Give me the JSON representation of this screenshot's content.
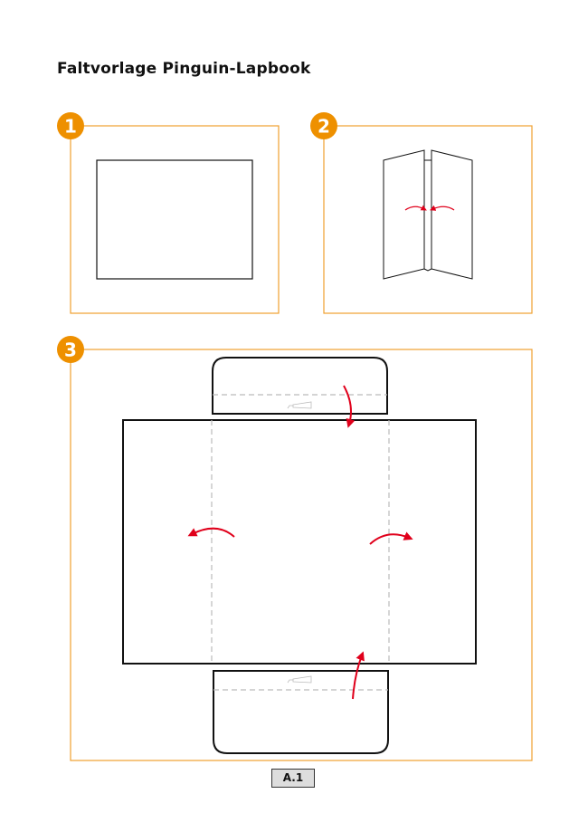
{
  "title": "Faltvorlage Pinguin-Lapbook",
  "steps": [
    {
      "number": "1"
    },
    {
      "number": "2"
    },
    {
      "number": "3"
    }
  ],
  "page_label": "A.1",
  "colors": {
    "frame": "#f0a030",
    "badge": "#ee9000",
    "arrow": "#e0001b",
    "fold_line": "#bbbbbb"
  },
  "icons": [
    "glue-tube-icon",
    "fold-arrow-icon"
  ]
}
